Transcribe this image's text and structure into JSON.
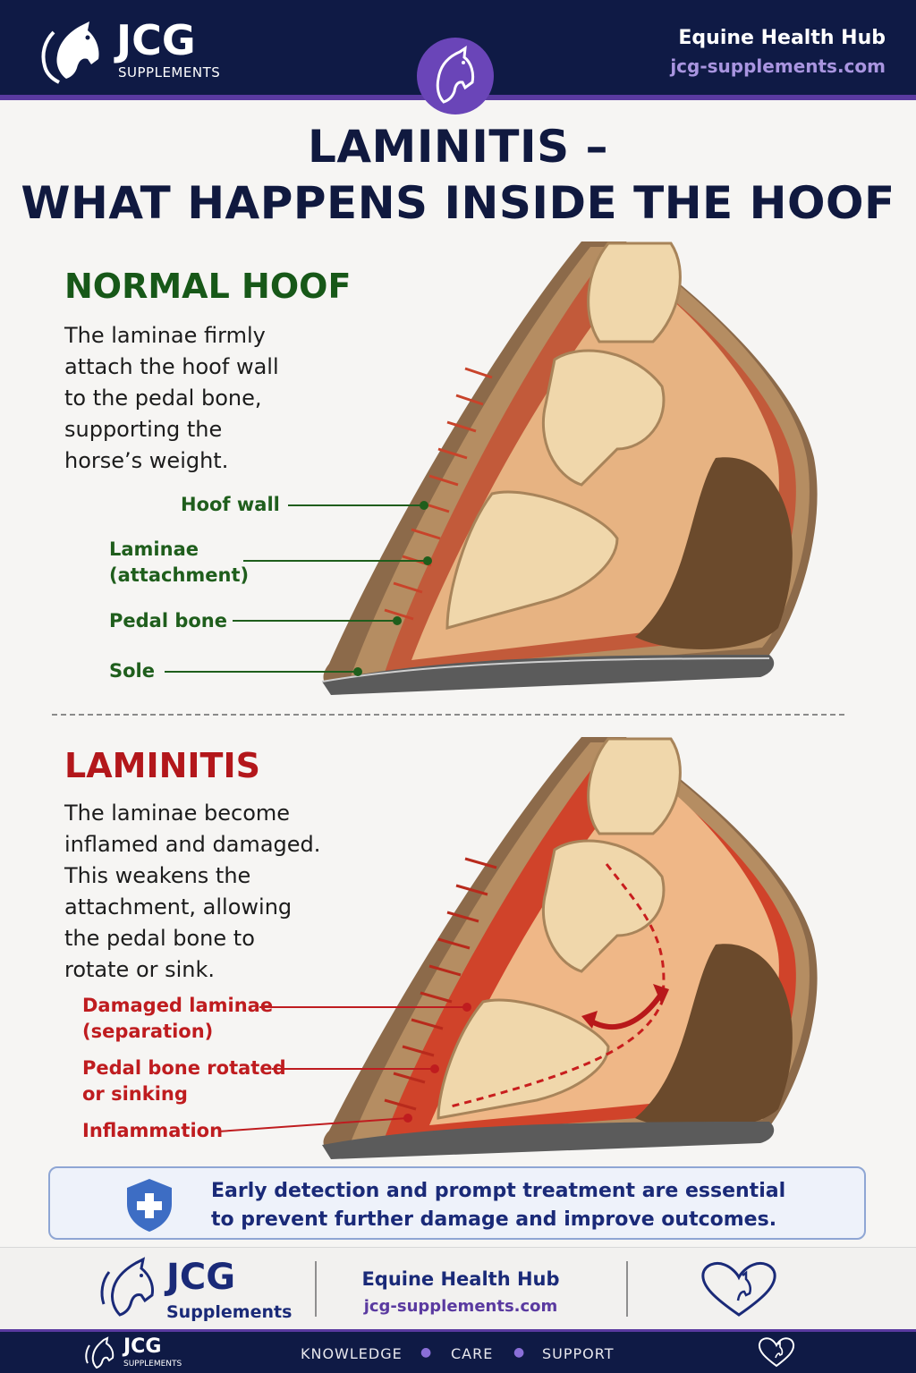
{
  "header": {
    "logo_text": "JCG",
    "logo_sub": "SUPPLEMENTS",
    "hub_title": "Equine Health Hub",
    "url": "jcg-supplements.com"
  },
  "title": {
    "line1": "LAMINITIS –",
    "line2": "WHAT HAPPENS INSIDE THE HOOF"
  },
  "normal": {
    "heading": "NORMAL HOOF",
    "description_lines": [
      "The laminae firmly",
      "attach the hoof wall",
      "to the pedal bone,",
      "supporting the",
      "horse’s weight."
    ],
    "labels": {
      "hoof_wall": "Hoof wall",
      "laminae_1": "Laminae",
      "laminae_2": "(attachment)",
      "pedal_bone": "Pedal bone",
      "sole": "Sole"
    }
  },
  "laminitis": {
    "heading": "LAMINITIS",
    "description_lines": [
      "The laminae become",
      "inflamed and damaged.",
      "This weakens the",
      "attachment, allowing",
      "the pedal bone to",
      "rotate or sink."
    ],
    "labels": {
      "damaged_1": "Damaged laminae",
      "damaged_2": "(separation)",
      "rotated_1": "Pedal bone rotated",
      "rotated_2": "or sinking",
      "inflammation": "Inflammation"
    }
  },
  "callout": {
    "icon": "shield-plus-icon",
    "line1": "Early detection and prompt treatment are essential",
    "line2": "to prevent further damage and improve outcomes."
  },
  "footer": {
    "logo_text": "JCG",
    "logo_sub": "Supplements",
    "hub_title": "Equine Health Hub",
    "url": "jcg-supplements.com",
    "icon": "heart-horse-icon"
  },
  "bottom_bar": {
    "logo_text": "JCG",
    "logo_sub": "SUPPLEMENTS",
    "words": [
      "KNOWLEDGE",
      "CARE",
      "SUPPORT"
    ]
  },
  "colors": {
    "navy": "#0f1a45",
    "purple": "#5a3aa0",
    "green": "#175818",
    "red": "#b3171b"
  }
}
